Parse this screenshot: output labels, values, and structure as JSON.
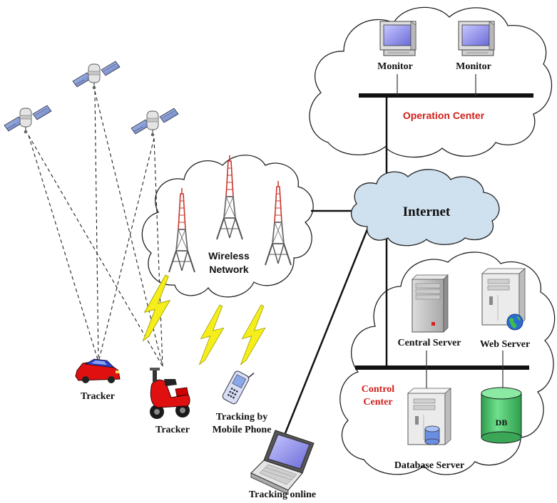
{
  "monitors": [
    "Monitor",
    "Monitor"
  ],
  "operation_center": "Operation Center",
  "internet": "Internet",
  "wireless_network": [
    "Wireless",
    "Network"
  ],
  "servers": {
    "central": "Central Server",
    "web": "Web Server",
    "database": "Database Server",
    "db": "DB"
  },
  "control_center": [
    "Control",
    "Center"
  ],
  "trackers": {
    "car": "Tracker",
    "motorcycle": "Tracker",
    "mobile": [
      "Tracking by",
      "Mobile Phone"
    ],
    "online": "Tracking online"
  },
  "colors": {
    "label_red": "#d0201a",
    "internet_cloud": "#cfe0ee",
    "lightning": "#f5ee1a",
    "tower": "#c8352a",
    "db_green": "#4cc36a",
    "car_red": "#e01010"
  },
  "icons": [
    "satellite-icon",
    "radio-tower-icon",
    "monitor-icon",
    "server-icon",
    "laptop-icon",
    "mobile-phone-icon",
    "car-icon",
    "motorcycle-icon",
    "lightning-icon",
    "database-icon",
    "globe-icon"
  ]
}
